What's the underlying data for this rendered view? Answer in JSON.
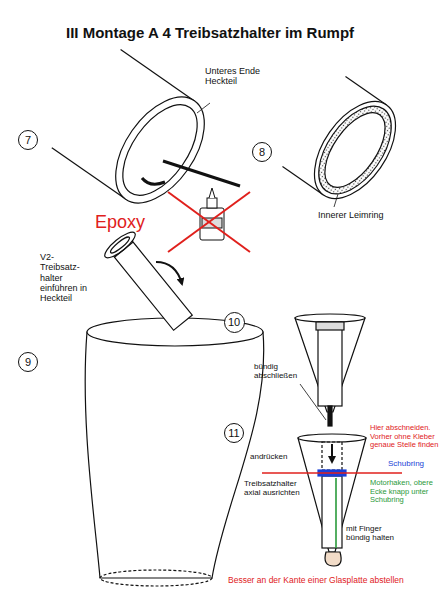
{
  "diagram": {
    "title": "III Montage A 4 Treibsatzhalter im Rumpf",
    "nodes": [
      {
        "text": [
          "7"
        ]
      },
      {
        "text": [
          "8"
        ]
      },
      {
        "text": [
          "9"
        ]
      },
      {
        "text": [
          "10"
        ]
      },
      {
        "text": [
          "11"
        ]
      }
    ],
    "labels": [
      "Unteres Ende Heckteil",
      "Epoxy",
      "Innerer Leimring",
      "V2- Treibsatz- halter einführen in Heckteil",
      "bündig abschließen",
      "Hier abschneiden. Vorher ohne Kleber genaue Stelle finden",
      "Schubring",
      "andrücken",
      "Treibsatzhalter axial ausrichten",
      "Motorhaken, obere Ecke knapp unter Schubring",
      "mit Finger bündig halten",
      "Besser an der Kante einer Glasplatte abstellen"
    ]
  }
}
